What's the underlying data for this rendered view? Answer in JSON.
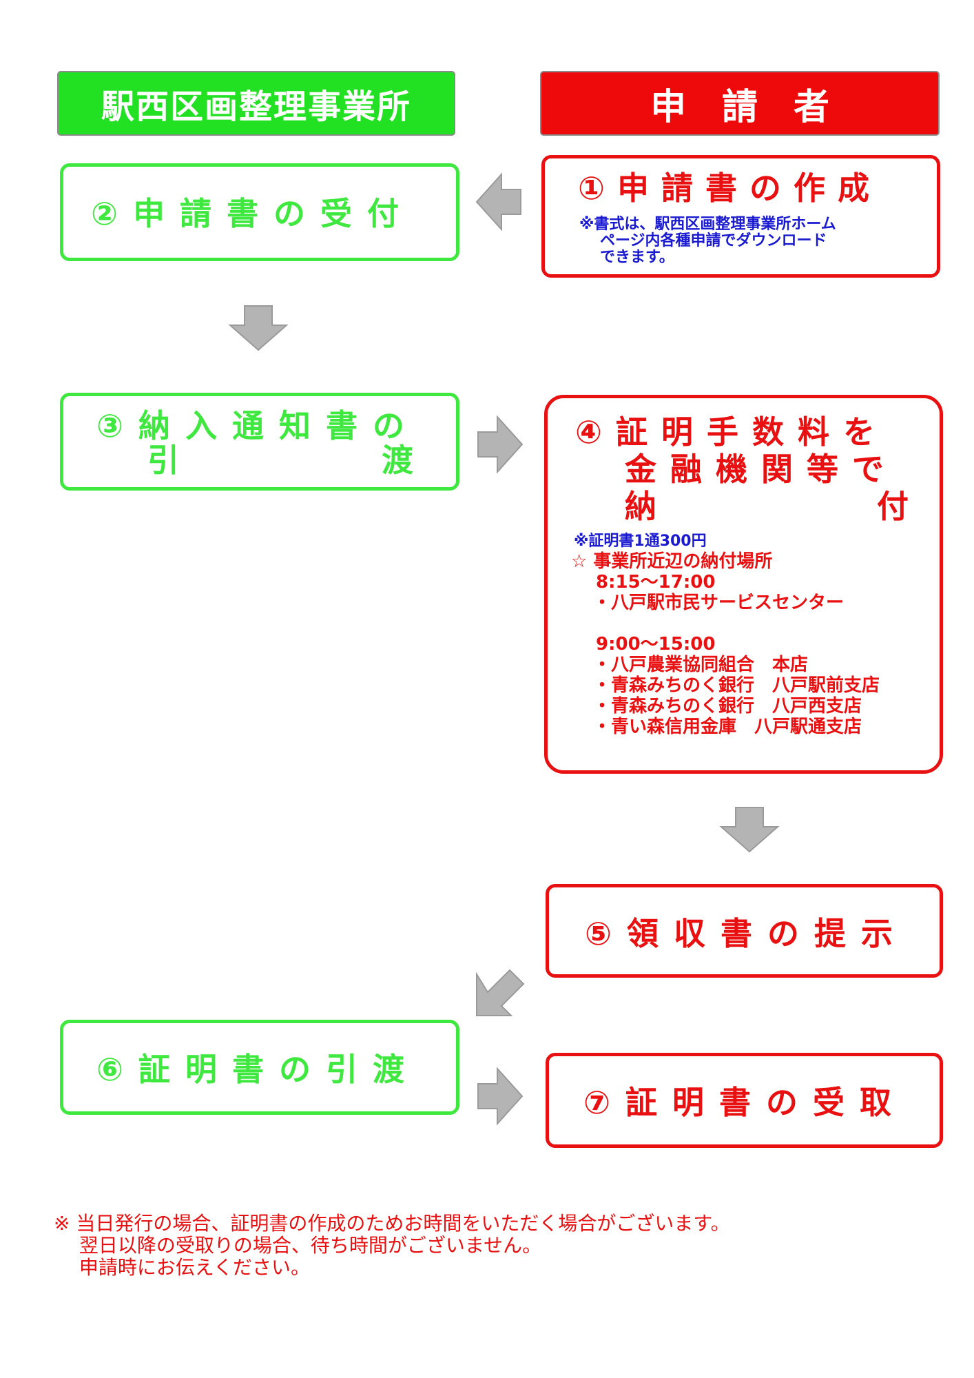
{
  "headers": {
    "office": "駅西区画整理事業所",
    "applicant": "申　請　者"
  },
  "steps": {
    "s1": {
      "title": "①申請書の作成",
      "note": [
        "※書式は、駅西区画整理事業所ホーム",
        "ページ内各種申請でダウンロード",
        "できます。"
      ]
    },
    "s2": {
      "title": "②申請書の受付"
    },
    "s3": {
      "title_line1": "③納入通知書の",
      "title_line2_left": "引",
      "title_line2_right": "渡"
    },
    "s4": {
      "title_line1": "④証明手数料を",
      "title_line2": "金融機関等で",
      "title_line3_left": "納",
      "title_line3_right": "付",
      "fee_note": "※証明書1通300円",
      "places_heading": "☆ 事業所近辺の納付場所",
      "hours1": "8:15～17:00",
      "places1": [
        "・八戸駅市民サービスセンター"
      ],
      "hours2": "9:00～15:00",
      "places2": [
        "・八戸農業協同組合　本店",
        "・青森みちのく銀行　八戸駅前支店",
        "・青森みちのく銀行　八戸西支店",
        "・青い森信用金庫　八戸駅通支店"
      ]
    },
    "s5": {
      "title": "⑤領収書の提示"
    },
    "s6": {
      "title": "⑥証明書の引渡"
    },
    "s7": {
      "title": "⑦証明書の受取"
    }
  },
  "footnote": [
    "※ 当日発行の場合、証明書の作成のためお時間をいただく場合がございます。",
    "　 翌日以降の受取りの場合、待ち時間がございません。",
    "　 申請時にお伝えください。"
  ],
  "colors": {
    "office": "#22e022",
    "applicant": "#ee0a0a",
    "arrow": "#b4b4b4",
    "note": "#1a1ad0"
  }
}
